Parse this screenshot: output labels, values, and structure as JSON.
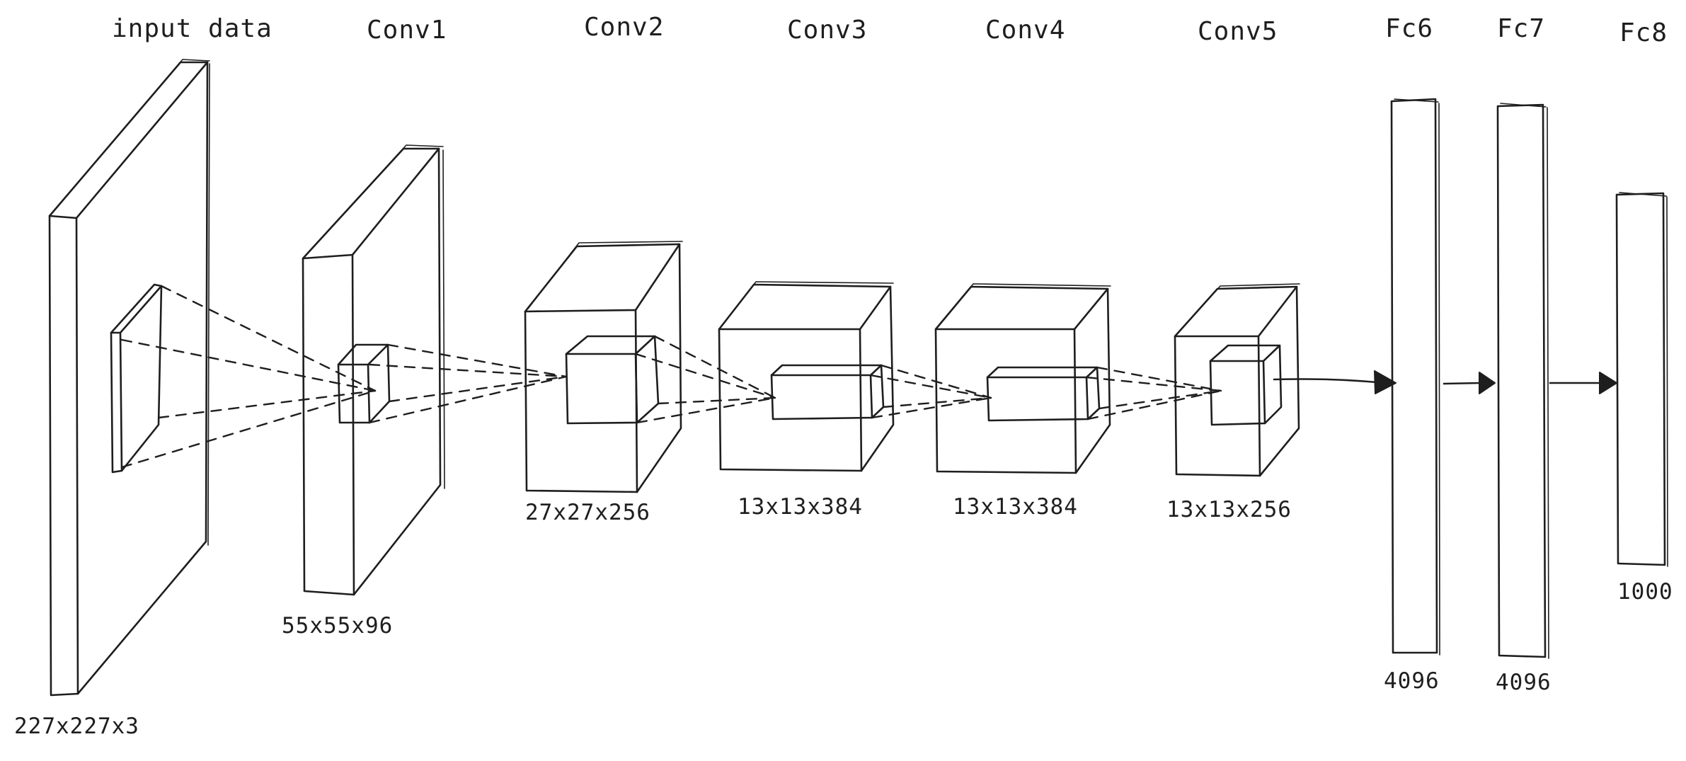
{
  "layers": [
    {
      "id": "input",
      "title": "input data",
      "dims": "227x227x3"
    },
    {
      "id": "conv1",
      "title": "Conv1",
      "dims": "55x55x96"
    },
    {
      "id": "conv2",
      "title": "Conv2",
      "dims": "27x27x256"
    },
    {
      "id": "conv3",
      "title": "Conv3",
      "dims": "13x13x384"
    },
    {
      "id": "conv4",
      "title": "Conv4",
      "dims": "13x13x384"
    },
    {
      "id": "conv5",
      "title": "Conv5",
      "dims": "13x13x256"
    },
    {
      "id": "fc6",
      "title": "Fc6",
      "dims": "4096"
    },
    {
      "id": "fc7",
      "title": "Fc7",
      "dims": "4096"
    },
    {
      "id": "fc8",
      "title": "Fc8",
      "dims": "1000"
    }
  ],
  "colors": {
    "stroke": "#1e1e1e",
    "background": "#ffffff"
  }
}
